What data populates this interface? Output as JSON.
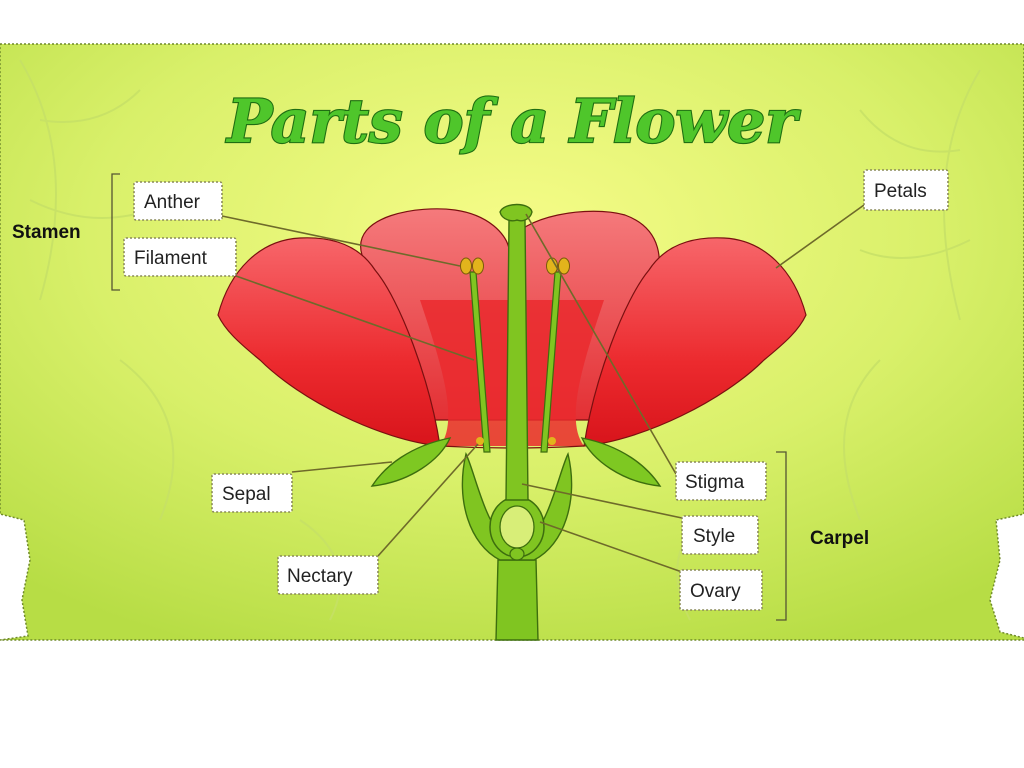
{
  "diagram": {
    "title": "Parts of a Flower",
    "groups": {
      "stamen": "Stamen",
      "carpel": "Carpel"
    },
    "labels": {
      "anther": "Anther",
      "filament": "Filament",
      "petals": "Petals",
      "sepal": "Sepal",
      "nectary": "Nectary",
      "stigma": "Stigma",
      "style": "Style",
      "ovary": "Ovary"
    },
    "colors": {
      "background_light": "#f4fb9a",
      "background_dark": "#b9e03a",
      "petal": "#ee2a2e",
      "stem": "#7cc31d",
      "anther": "#e2b41c",
      "title_fill": "#4fc62b"
    }
  }
}
